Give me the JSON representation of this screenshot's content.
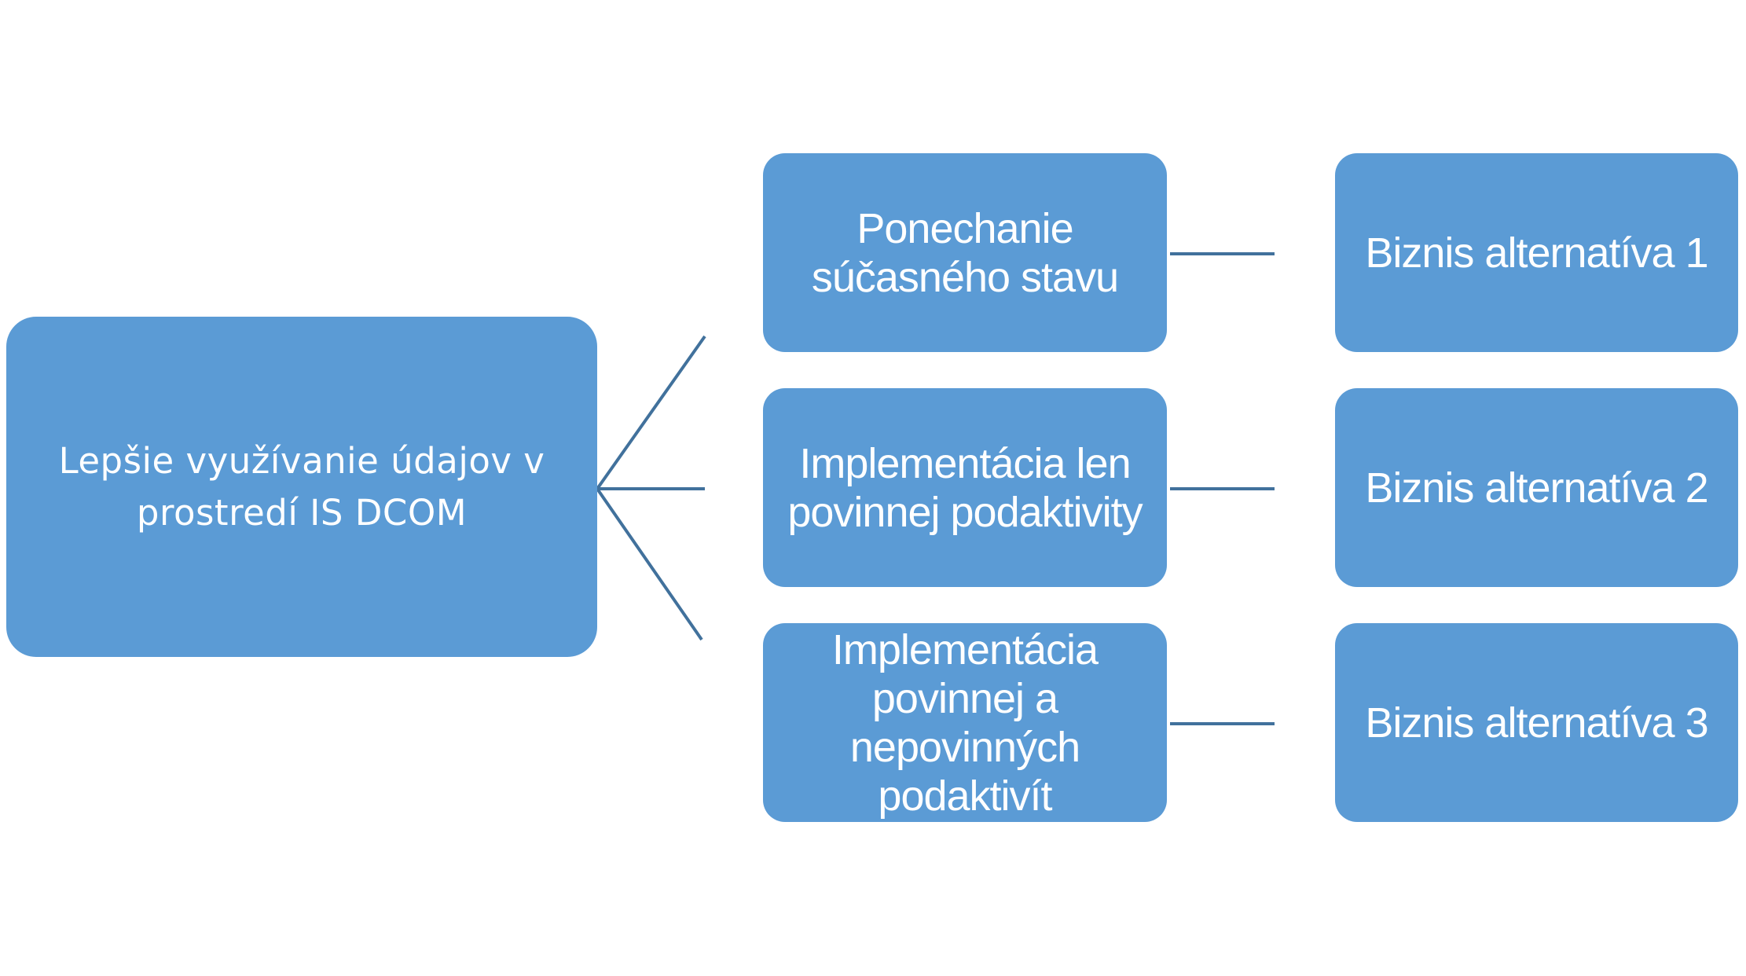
{
  "root": {
    "label": "Lepšie využívanie údajov v\nprostredí IS DCOM"
  },
  "options": [
    {
      "label": "Ponechanie\nsúčasného stavu"
    },
    {
      "label": "Implementácia len\npovinnej podaktivity"
    },
    {
      "label": "Implementácia\npovinnej a\nnepovinných podaktivít"
    }
  ],
  "alternatives": [
    {
      "label": "Biznis alternatíva 1"
    },
    {
      "label": "Biznis alternatíva 2"
    },
    {
      "label": "Biznis alternatíva 3"
    }
  ],
  "colors": {
    "node_fill": "#5b9bd5",
    "connector": "#41719c",
    "text": "#ffffff"
  }
}
